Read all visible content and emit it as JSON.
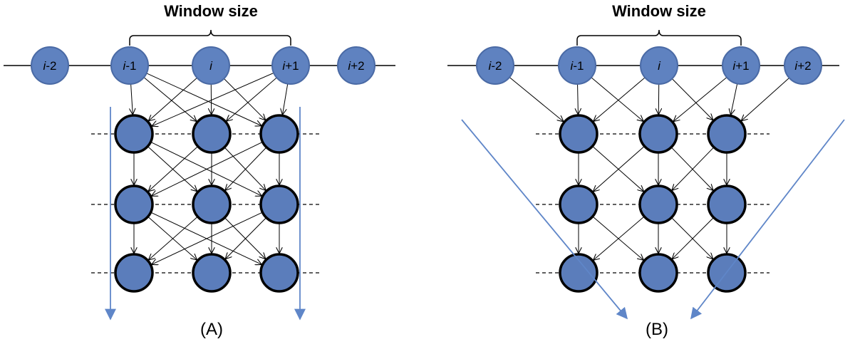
{
  "panels": [
    {
      "id": "A",
      "caption": "(A)",
      "window_label": "Window size",
      "inputs": [
        {
          "var": "i",
          "suffix": "-2"
        },
        {
          "var": "i",
          "suffix": "-1"
        },
        {
          "var": "i",
          "suffix": ""
        },
        {
          "var": "i",
          "suffix": "+1"
        },
        {
          "var": "i",
          "suffix": "+2"
        }
      ],
      "layers": 3,
      "units_per_layer": 3
    },
    {
      "id": "B",
      "caption": "(B)",
      "window_label": "Window size",
      "inputs": [
        {
          "var": "i",
          "suffix": "-2"
        },
        {
          "var": "i",
          "suffix": "-1"
        },
        {
          "var": "i",
          "suffix": ""
        },
        {
          "var": "i",
          "suffix": "+1"
        },
        {
          "var": "i",
          "suffix": "+2"
        }
      ],
      "layers": 3,
      "units_per_layer": 3
    }
  ],
  "colors": {
    "node_fill": "#5b7dbb",
    "input_fill": "#5f82c0",
    "input_stroke": "#4a6aa5",
    "edge": "#000000",
    "arrow_blue": "#5f86c8"
  }
}
